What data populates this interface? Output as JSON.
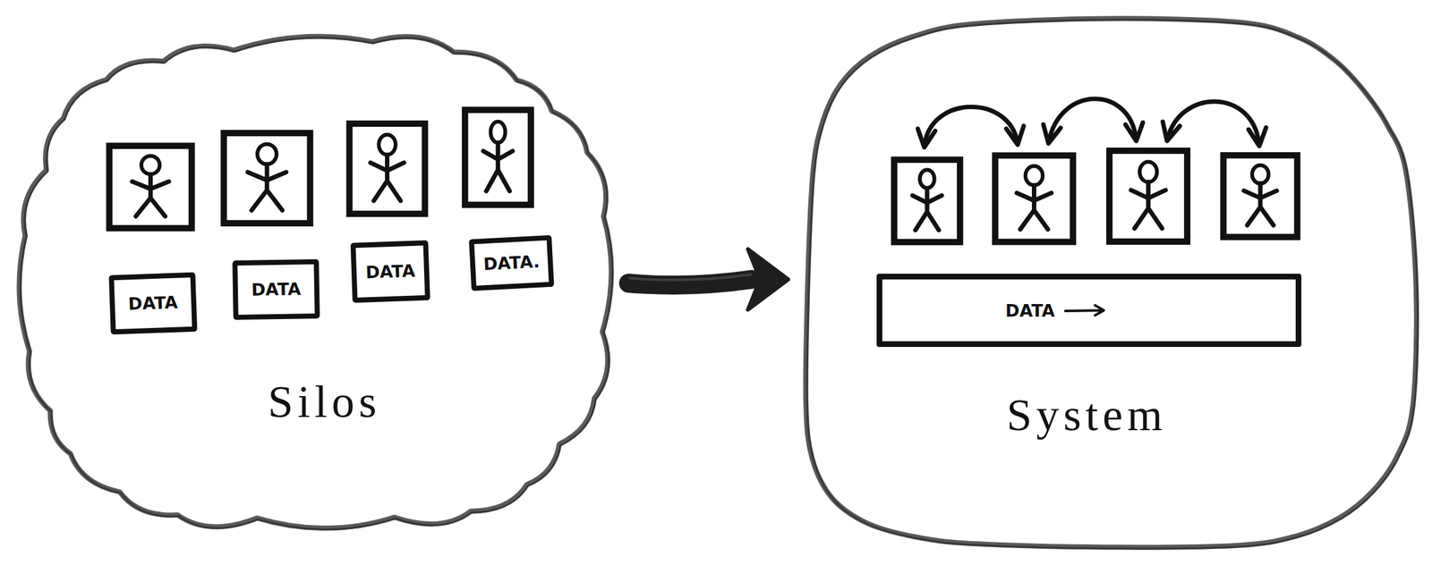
{
  "diagram": {
    "nodes": [
      {
        "text": [
          "Silos"
        ]
      },
      {
        "text": [
          "DATA"
        ],
        "in": 0
      },
      {
        "text": [
          "DATA"
        ],
        "in": 0
      },
      {
        "text": [
          "DATA"
        ],
        "in": 0
      },
      {
        "text": [
          "DATA."
        ],
        "in": 0
      },
      {
        "text": [
          "System"
        ]
      },
      {
        "text": [
          "DATA"
        ],
        "in": 5
      }
    ],
    "edges": [
      {
        "from": 0,
        "to": 5,
        "arrow": "to"
      }
    ]
  }
}
